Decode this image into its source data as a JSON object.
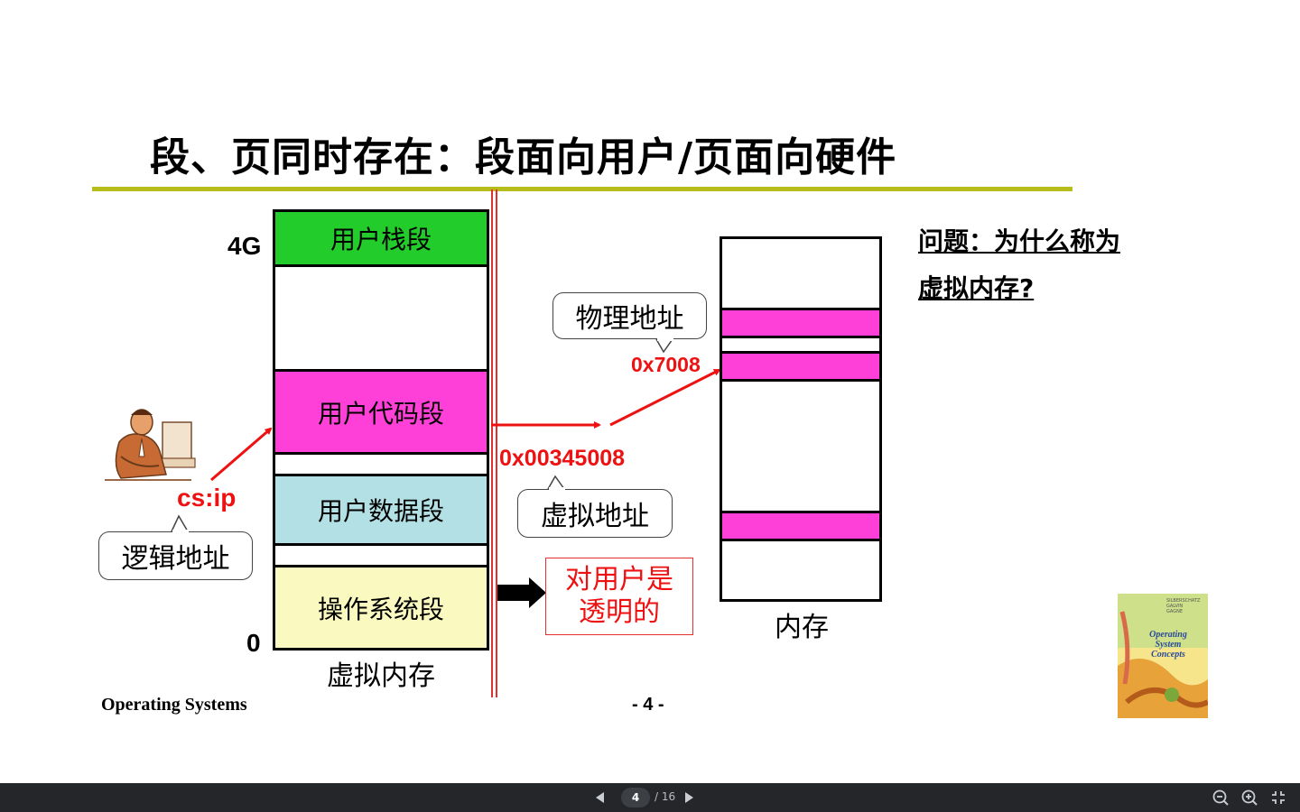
{
  "slide": {
    "title": "段、页同时存在：段面向用户/页面向硬件",
    "axis_top": "4G",
    "axis_bottom": "0",
    "segments": {
      "stack": "用户栈段",
      "code": "用户代码段",
      "data": "用户数据段",
      "os": "操作系统段"
    },
    "virtual_memory_label": "虚拟内存",
    "memory_label": "内存",
    "logical_address": "逻辑地址",
    "cs_ip": "cs:ip",
    "virtual_address": "虚拟地址",
    "virtual_address_value": "0x00345008",
    "physical_address": "物理地址",
    "physical_address_value": "0x7008",
    "transparent_line1": "对用户是",
    "transparent_line2": "透明的",
    "question_line1": "问题：为什么称为",
    "question_line2": "虚拟内存?",
    "footer_left": "Operating Systems",
    "footer_page": "- 4 -",
    "book_title_lines": [
      "Operating",
      "System",
      "Concepts"
    ],
    "book_authors": [
      "SILBERSCHATZ",
      "GALVIN",
      "GAGNE"
    ]
  },
  "colors": {
    "title_rule": "#b6bc1a",
    "stack_segment": "#22cc2a",
    "code_segment": "#ff40d8",
    "data_segment": "#b2e0e4",
    "os_segment": "#fafac0",
    "accent_red": "#ee1111",
    "toolbar_bg": "#24262a"
  },
  "viewer": {
    "current_page": "4",
    "total_pages": "/ 16",
    "icons": [
      "prev-page-icon",
      "next-page-icon",
      "zoom-out-icon",
      "zoom-in-icon",
      "fullscreen-icon"
    ]
  }
}
